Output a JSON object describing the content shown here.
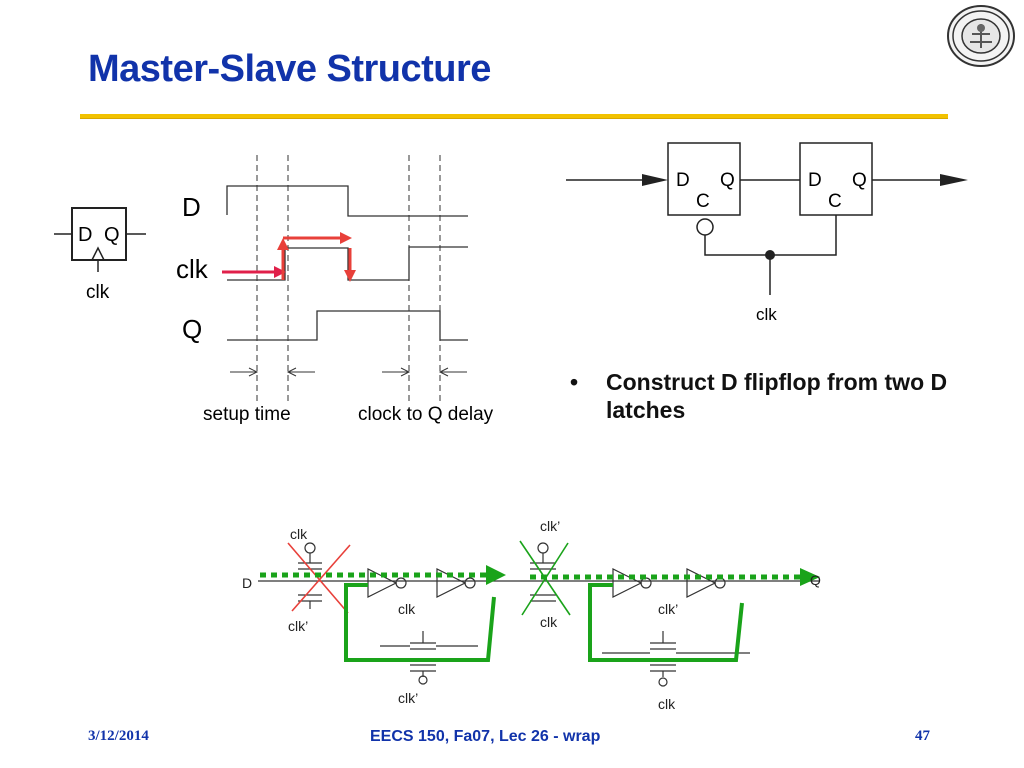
{
  "slide": {
    "title": "Master-Slave Structure",
    "bullet": "Construct D flipflop from two D latches",
    "footer": {
      "date": "3/12/2014",
      "course": "EECS 150, Fa07, Lec 26 - wrap",
      "page": "47"
    }
  },
  "symbol": {
    "d": "D",
    "q": "Q",
    "clk": "clk"
  },
  "timing": {
    "d": "D",
    "clk": "clk",
    "q": "Q",
    "setup": "setup time",
    "c2q": "clock to Q delay"
  },
  "ms": {
    "d1": "D",
    "q1": "Q",
    "c1": "C",
    "d2": "D",
    "q2": "Q",
    "c2": "C",
    "clk": "clk"
  },
  "circuit": {
    "clk_top1": "clk",
    "clk_bot1": "clk’",
    "d": "D",
    "clk_inv1": "clk",
    "clk_fb1": "clk’",
    "clk_top2": "clk’",
    "clk_bot2": "clk",
    "clk_inv2": "clk’",
    "clk_fb2": "clk",
    "q": "Q"
  },
  "colors": {
    "title": "#1133aa",
    "rule": "#f2c200",
    "arrow_red": "#e8403a",
    "clk_arrow": "#e0204a",
    "green": "#1aa31a"
  }
}
